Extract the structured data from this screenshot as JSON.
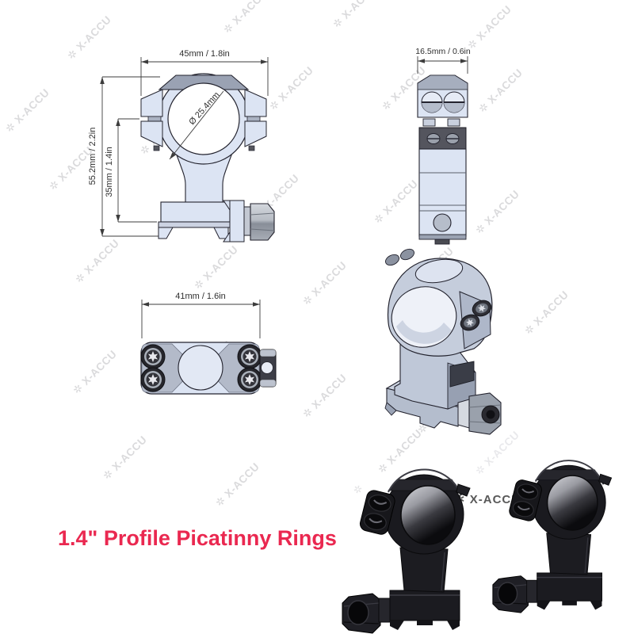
{
  "title": {
    "text": "1.4\" Profile Picatinny Rings"
  },
  "brand_watermark": {
    "text": "✲ X-ACCU",
    "star": "✲"
  },
  "dimensions": {
    "front_view": {
      "width": "45mm / 1.8in",
      "total_height": "55.2mm / 2.2in",
      "saddle_height": "35mm / 1.4in",
      "ring_diameter": "Ø 25.4mm"
    },
    "side_view": {
      "width": "16.5mm / 0.6in"
    },
    "top_view": {
      "width": "41mm / 1.6in"
    }
  },
  "colors": {
    "accent_red": "#ea2850",
    "drawing_fill": "#dce4f3",
    "drawing_outline": "#23232e",
    "watermark_gray": "#c3c3c6",
    "photo_black": "#1a1a1f"
  }
}
